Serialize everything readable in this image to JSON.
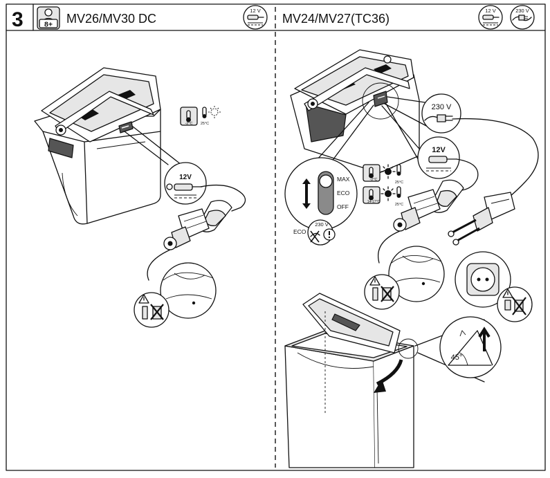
{
  "step": {
    "number": "3"
  },
  "header": {
    "age_badge": "8+",
    "left_title": "MV26/MV30 DC",
    "right_title": "MV24/MV27(TC36)"
  },
  "badges": {
    "v12": "12 V",
    "v230": "230 V"
  },
  "left_panel": {
    "temp_icon_label": "-2°C",
    "ambient_label": "25°C",
    "callout_12v": "12V"
  },
  "right_panel": {
    "callout_230v": "230 V",
    "callout_12v": "12V",
    "switch": {
      "max": "MAX",
      "eco": "ECO",
      "off": "OFF"
    },
    "max_temp": "-2°C",
    "max_ambient": "25°C",
    "eco_temp": "14-17°C",
    "eco_ambient": "25°C",
    "eco_mode_label": "ECO",
    "eco_badge": "230 V",
    "angle_label": "45°"
  },
  "icons": [
    "user-age-icon",
    "car-plug-icon",
    "mains-plug-icon",
    "thermometer-icon",
    "sun-icon",
    "warning-icon",
    "no-icon",
    "arrow-icon",
    "socket-icon"
  ]
}
